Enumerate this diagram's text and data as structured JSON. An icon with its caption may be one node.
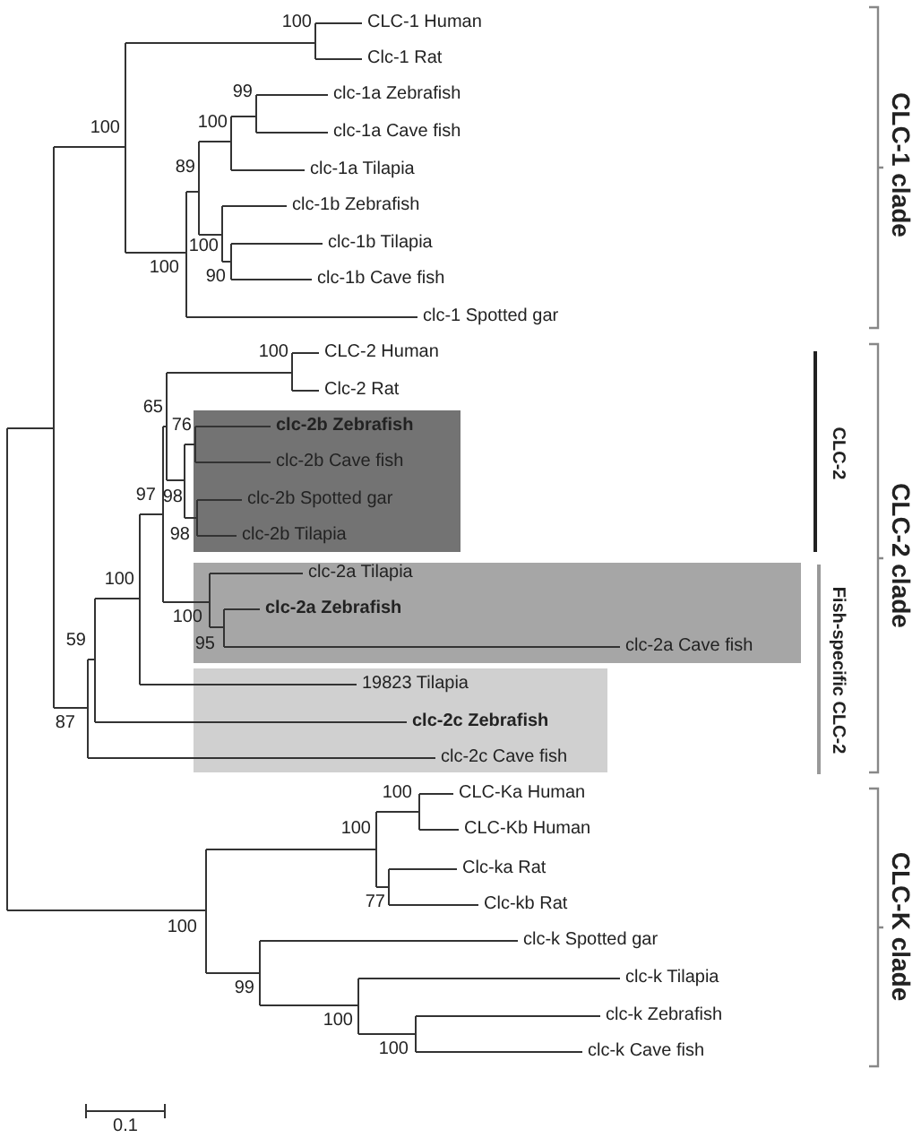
{
  "diagram": {
    "nodes": [
      {
        "text": [
          "clc-2b Zebrafish",
          "clc-2b Cave fish",
          "clc-2b Spotted gar",
          "clc-2b Tilapia"
        ]
      },
      {
        "text": [
          "clc-2a Tilapia",
          "clc-2a Zebrafish",
          "clc-2a Cave fish"
        ]
      },
      {
        "text": [
          "19823 Tilapia",
          "clc-2c Zebrafish",
          "clc-2c Cave fish"
        ]
      }
    ],
    "labels": [
      "100",
      "CLC-1 Human",
      "Clc-1 Rat",
      "99",
      "clc-1a Zebrafish",
      "100",
      "100",
      "clc-1a Cave fish",
      "89",
      "clc-1a Tilapia",
      "clc-1b Zebrafish",
      "100",
      "clc-1b Tilapia",
      "100",
      "90",
      "clc-1b Cave fish",
      "clc-1 Spotted gar",
      "CLC-1 clade",
      "100",
      "CLC-2 Human",
      "Clc-2 Rat",
      "65",
      "76",
      "97",
      "98",
      "98",
      "CLC-2",
      "CLC-2 clade",
      "100",
      "100",
      "59",
      "95",
      "Fish-specific CLC-2",
      "87",
      "100",
      "CLC-Ka Human",
      "100",
      "CLC-Kb Human",
      "Clc-ka Rat",
      "77",
      "Clc-kb Rat",
      "CLC-K clade",
      "100",
      "clc-k Spotted gar",
      "clc-k Tilapia",
      "99",
      "100",
      "clc-k Zebrafish",
      "100",
      "clc-k Cave fish",
      "0.1"
    ]
  }
}
